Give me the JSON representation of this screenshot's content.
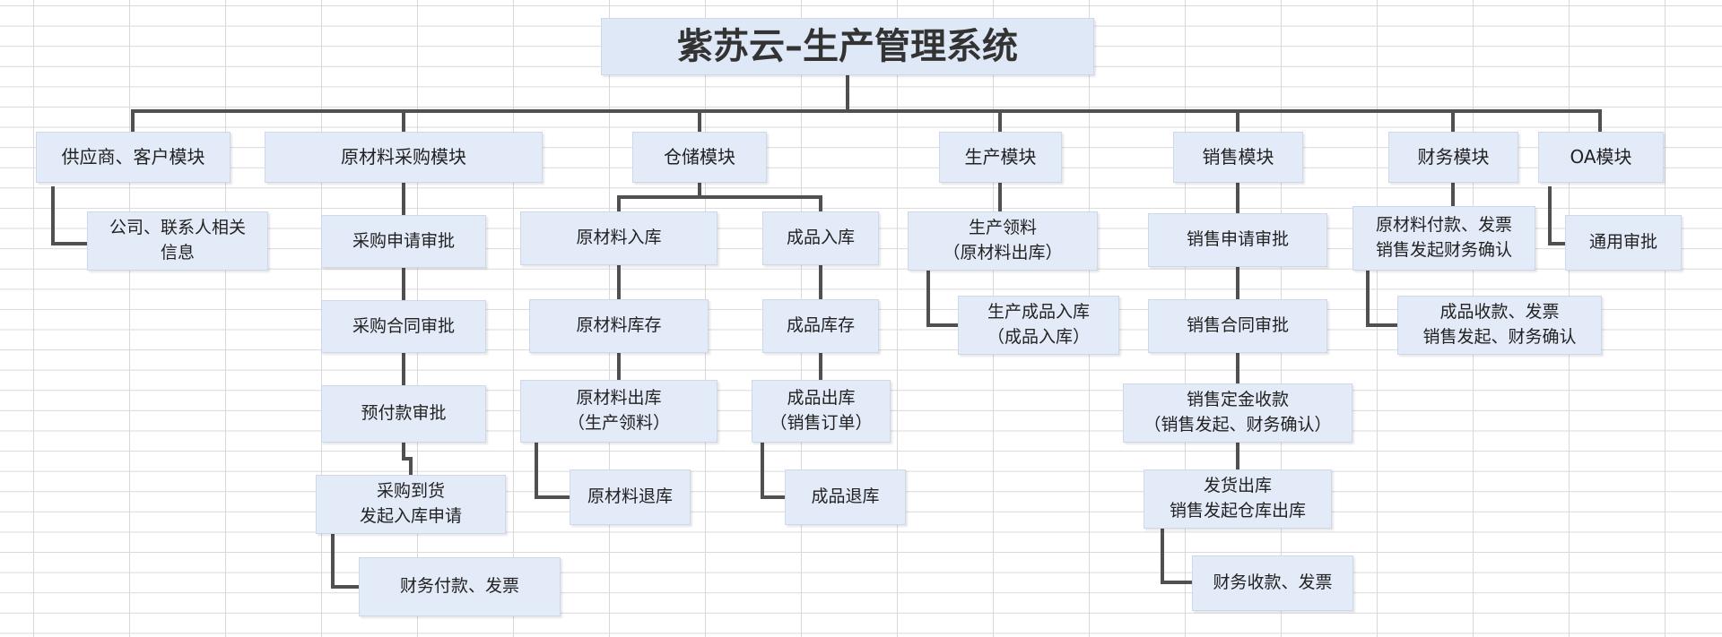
{
  "title": "紫苏云–生产管理系统",
  "modules": {
    "supplier": {
      "label": "供应商、客户模块",
      "items": [
        [
          "公司、联系人相关",
          "信息"
        ]
      ]
    },
    "purchase": {
      "label": "原材料采购模块",
      "items": [
        [
          "采购申请审批"
        ],
        [
          "采购合同审批"
        ],
        [
          "预付款审批"
        ],
        [
          "采购到货",
          "发起入库申请"
        ],
        [
          "财务付款、发票"
        ]
      ]
    },
    "warehouse": {
      "label": "仓储模块",
      "raw": [
        [
          "原材料入库"
        ],
        [
          "原材料库存"
        ],
        [
          "原材料出库",
          "（生产领料）"
        ],
        [
          "原材料退库"
        ]
      ],
      "finished": [
        [
          "成品入库"
        ],
        [
          "成品库存"
        ],
        [
          "成品出库",
          "（销售订单）"
        ],
        [
          "成品退库"
        ]
      ]
    },
    "production": {
      "label": "生产模块",
      "items": [
        [
          "生产领料",
          "（原材料出库）"
        ],
        [
          "生产成品入库",
          "（成品入库）"
        ]
      ]
    },
    "sales": {
      "label": "销售模块",
      "items": [
        [
          "销售申请审批"
        ],
        [
          "销售合同审批"
        ],
        [
          "销售定金收款",
          "（销售发起、财务确认）"
        ],
        [
          "发货出库",
          "销售发起仓库出库"
        ],
        [
          "财务收款、发票"
        ]
      ]
    },
    "finance": {
      "label": "财务模块",
      "items": [
        [
          "原材料付款、发票",
          "销售发起财务确认"
        ],
        [
          "成品收款、发票",
          "销售发起、财务确认"
        ]
      ]
    },
    "oa": {
      "label": "OA模块",
      "items": [
        [
          "通用审批"
        ]
      ]
    }
  },
  "colors": {
    "box": "#e3ebf8",
    "line": "#505050",
    "grid": "#d9d9d9"
  }
}
